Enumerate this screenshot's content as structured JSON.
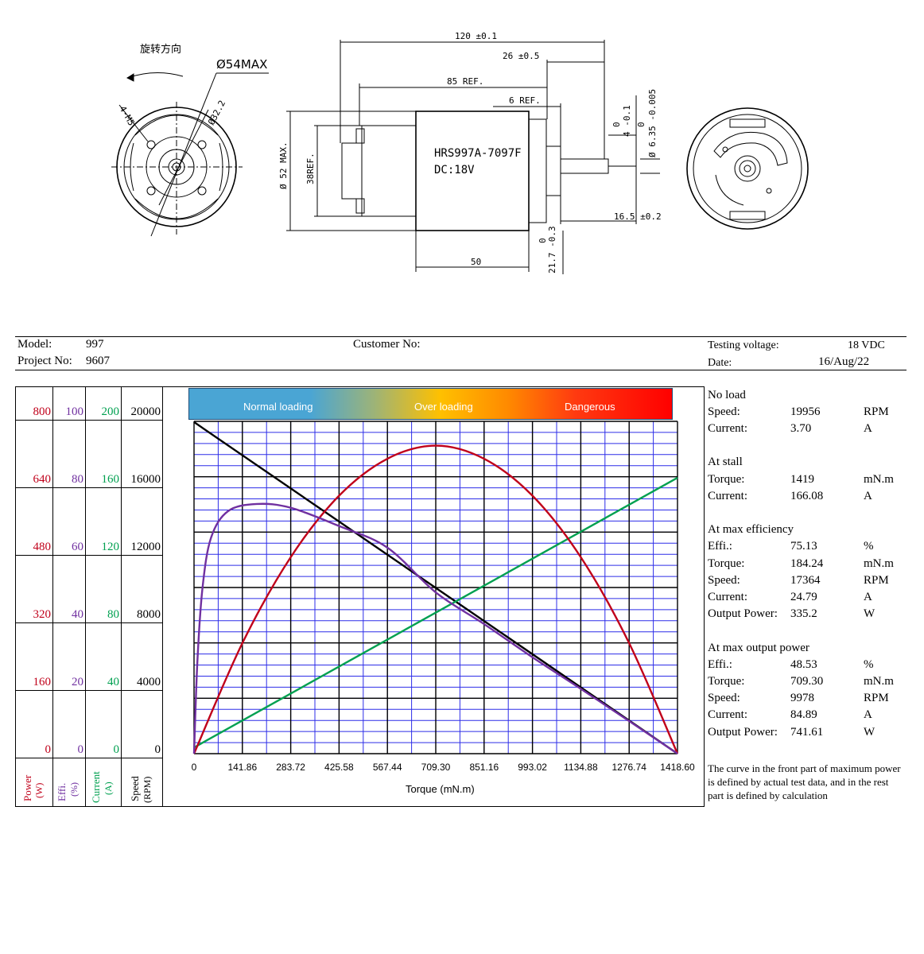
{
  "drawing": {
    "rotation_label": "旋转方向",
    "dia_max": "Ø54MAX",
    "holes": "4-M5",
    "pcd": "Ø32.2",
    "dim_120": "120 ±0.1",
    "dim_26": "26 ±0.5",
    "dim_85": "85 REF.",
    "dim_6": "6 REF.",
    "dia_52": "Ø 52 MAX.",
    "dim_38": "38REF.",
    "label_model": "HRS997A-7097F",
    "label_dc": "DC:18V",
    "tol_4": "0",
    "tol_4b": "4 -0.1",
    "tol_635": "0",
    "tol_635b": "Ø 6.35 -0.005",
    "dim_165": "16.5 ±0.2",
    "dim_50": "50",
    "tol_217": "0",
    "tol_217b": "21.7 -0.3"
  },
  "header": {
    "model_label": "Model:",
    "model_value": "997",
    "project_label": "Project No:",
    "project_value": "9607",
    "customer_label": "Customer No:",
    "voltage_label": "Testing voltage:",
    "voltage_value": "18 VDC",
    "date_label": "Date:",
    "date_value": "16/Aug/22"
  },
  "axes": {
    "power": [
      "800",
      "640",
      "480",
      "320",
      "160",
      "0"
    ],
    "effi": [
      "100",
      "80",
      "60",
      "40",
      "20",
      "0"
    ],
    "current": [
      "200",
      "160",
      "120",
      "80",
      "40",
      "0"
    ],
    "speed": [
      "20000",
      "16000",
      "12000",
      "8000",
      "4000",
      "0"
    ],
    "power_title": "Power",
    "power_unit": "(W)",
    "effi_title": "Effi.",
    "effi_unit": "(%)",
    "current_title": "Current",
    "current_unit": "(A)",
    "speed_title": "Speed",
    "speed_unit": "(RPM)"
  },
  "colors": {
    "power": "#c0001a",
    "effi": "#7030a0",
    "current": "#00a050",
    "speed": "#000000",
    "grid": "#2d2de8"
  },
  "chart_data": {
    "type": "line",
    "xlabel": "Torque (mN.m)",
    "xticks": [
      "0",
      "141.86",
      "283.72",
      "425.58",
      "567.44",
      "709.30",
      "851.16",
      "993.02",
      "1134.88",
      "1276.74",
      "1418.60"
    ],
    "xlim": [
      0,
      1418.6
    ],
    "zones": [
      "Normal loading",
      "Over loading",
      "Dangerous"
    ],
    "series": [
      {
        "name": "Speed",
        "axis": "speed",
        "ylim": [
          0,
          20000
        ],
        "points": [
          [
            0,
            19956
          ],
          [
            1418.6,
            0
          ]
        ]
      },
      {
        "name": "Current",
        "axis": "current",
        "ylim": [
          0,
          200
        ],
        "points": [
          [
            0,
            3.7
          ],
          [
            1418.6,
            166.08
          ]
        ]
      },
      {
        "name": "Power",
        "axis": "power",
        "ylim": [
          0,
          800
        ],
        "points": [
          [
            0,
            0
          ],
          [
            141.86,
            266
          ],
          [
            283.72,
            473
          ],
          [
            425.58,
            621
          ],
          [
            567.44,
            710
          ],
          [
            709.3,
            741.6
          ],
          [
            851.16,
            710
          ],
          [
            993.02,
            621
          ],
          [
            1134.88,
            473
          ],
          [
            1276.74,
            266
          ],
          [
            1418.6,
            0
          ]
        ]
      },
      {
        "name": "Effi.",
        "axis": "effi",
        "ylim": [
          0,
          100
        ],
        "points": [
          [
            0,
            0
          ],
          [
            10,
            28
          ],
          [
            25,
            50
          ],
          [
            50,
            65
          ],
          [
            100,
            73
          ],
          [
            184.24,
            75.13
          ],
          [
            283.72,
            74
          ],
          [
            425.58,
            68.5
          ],
          [
            567.44,
            62
          ],
          [
            709.3,
            48.53
          ],
          [
            851.16,
            39
          ],
          [
            993.02,
            29
          ],
          [
            1134.88,
            19.5
          ],
          [
            1276.74,
            9.8
          ],
          [
            1418.6,
            0
          ]
        ]
      }
    ]
  },
  "panel": {
    "noload_title": "No load",
    "noload_speed": [
      "Speed:",
      "19956",
      "RPM"
    ],
    "noload_current": [
      "Current:",
      "3.70",
      "A"
    ],
    "stall_title": "At stall",
    "stall_torque": [
      "Torque:",
      "1419",
      "mN.m"
    ],
    "stall_current": [
      "Current:",
      "166.08",
      "A"
    ],
    "maxeff_title": "At max efficiency",
    "maxeff_effi": [
      "Effi.:",
      "75.13",
      "%"
    ],
    "maxeff_torque": [
      "Torque:",
      "184.24",
      "mN.m"
    ],
    "maxeff_speed": [
      "Speed:",
      "17364",
      "RPM"
    ],
    "maxeff_current": [
      "Current:",
      "24.79",
      "A"
    ],
    "maxeff_power": [
      "Output Power:",
      "335.2",
      "W"
    ],
    "maxout_title": "At max output power",
    "maxout_effi": [
      "Effi.:",
      "48.53",
      "%"
    ],
    "maxout_torque": [
      "Torque:",
      "709.30",
      "mN.m"
    ],
    "maxout_speed": [
      "Speed:",
      "9978",
      "RPM"
    ],
    "maxout_current": [
      "Current:",
      "84.89",
      "A"
    ],
    "maxout_power": [
      "Output Power:",
      "741.61",
      "W"
    ],
    "note": "The curve in the front part of maximum power is defined by actual test data, and in the rest part is defined by calculation"
  }
}
